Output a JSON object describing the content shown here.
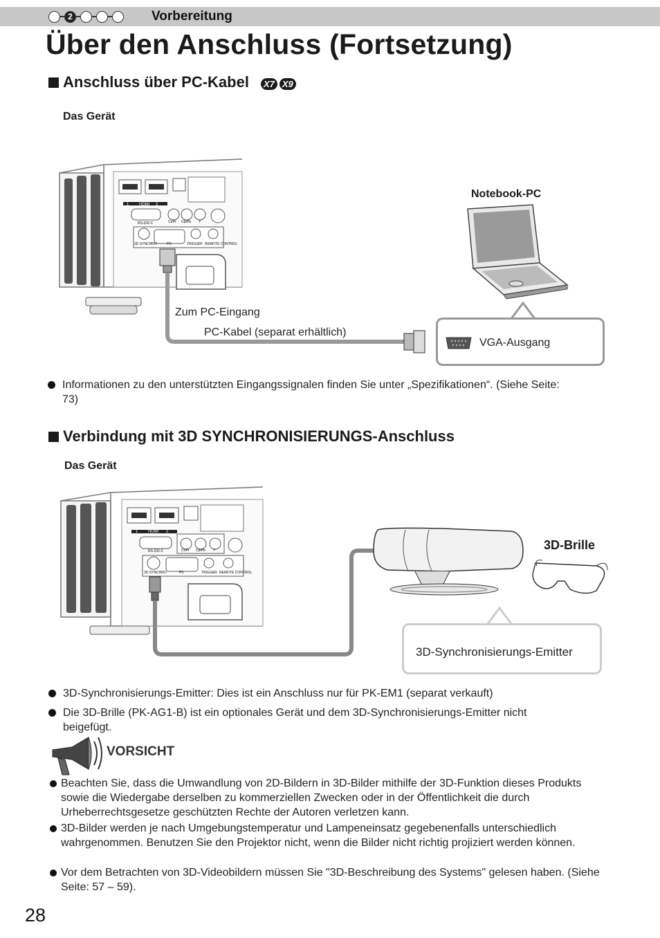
{
  "header": {
    "steps": [
      "",
      "2",
      "",
      "",
      ""
    ],
    "active_step": 1,
    "section": "Vorbereitung"
  },
  "title": "Über den Anschluss (Fortsetzung)",
  "section1": {
    "heading": "Anschluss über PC-Kabel",
    "badges": [
      "X7",
      "X9"
    ],
    "device_label": "Das Gerät",
    "notebook_label": "Notebook-PC",
    "to_pc_input": "Zum PC-Eingang",
    "cable_label": "PC-Kabel (separat erhältlich)",
    "vga_output": "VGA-Ausgang",
    "note": "Informationen zu den unterstützten Eingangssignalen finden Sie unter „Spezifikationen“. (Siehe Seite: 73)"
  },
  "section2": {
    "heading": "Verbindung mit 3D SYNCHRONISIERUNGS-Anschluss",
    "device_label": "Das Gerät",
    "glasses_label": "3D-Brille",
    "emitter_label": "3D-Synchronisierungs-Emitter",
    "notes": [
      "3D-Synchronisierungs-Emitter: Dies ist ein Anschluss nur für PK-EM1 (separat verkauft)",
      "Die 3D-Brille (PK-AG1-B) ist ein optionales Gerät und dem 3D-Synchronisierungs-Emitter nicht beigefügt."
    ]
  },
  "panel_labels": {
    "hdmi": "HDMI",
    "hdmi1": "1",
    "hdmi2": "2",
    "rs232c": "RS-232-C",
    "cbpb": "Cb/Pb",
    "crpr": "Cr/Pr",
    "y": "Y",
    "synchro": "3D SYNCHRO",
    "pc": "PC",
    "trigger": "TRIGGER",
    "remote": "REMOTE CONTROL"
  },
  "caution": {
    "title": "VORSICHT",
    "items": [
      "Beachten Sie, dass die Umwandlung von 2D-Bildern in 3D-Bilder mithilfe der 3D-Funktion dieses Produkts sowie die Wiedergabe derselben zu kommerziellen Zwecken oder in der Öffentlichkeit die durch Urheberrechtsgesetze geschützten Rechte der Autoren verletzen kann.",
      "3D-Bilder werden je nach Umgebungstemperatur und Lampeneinsatz gegebenenfalls unterschiedlich wahrgenommen. Benutzen Sie den Projektor nicht, wenn die Bilder nicht richtig projiziert werden können.",
      "Vor dem Betrachten von 3D-Videobildern müssen Sie \"3D-Beschreibung des Systems\" gelesen haben. (Siehe Seite: 57 – 59)."
    ]
  },
  "page_number": "28"
}
